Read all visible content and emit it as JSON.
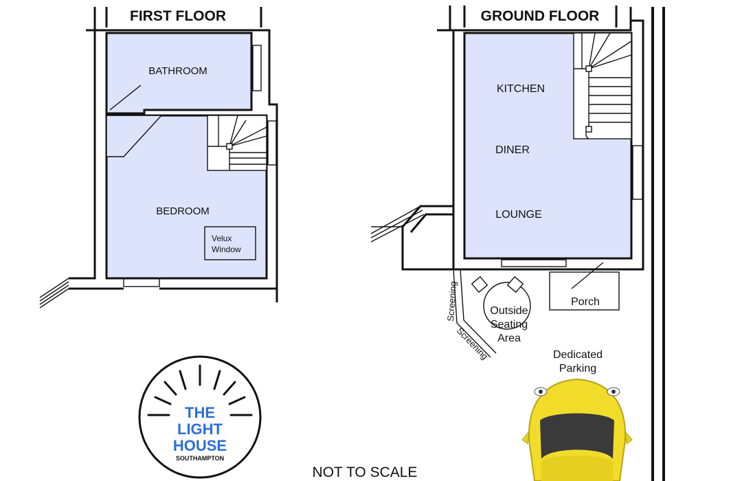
{
  "headers": {
    "first_floor": "FIRST FLOOR",
    "ground_floor": "GROUND FLOOR"
  },
  "rooms": {
    "bathroom": "BATHROOM",
    "bedroom": "BEDROOM",
    "velux_line1": "Velux",
    "velux_line2": "Window",
    "kitchen": "KITCHEN",
    "diner": "DINER",
    "lounge": "LOUNGE",
    "porch": "Porch"
  },
  "outdoor": {
    "screening_a": "Screening",
    "screening_b": "Screening",
    "seating_line1": "Outside",
    "seating_line2": "Seating",
    "seating_line3": "Area",
    "parking_line1": "Dedicated",
    "parking_line2": "Parking"
  },
  "footer": {
    "scale_note": "NOT TO SCALE"
  },
  "logo": {
    "line1": "THE",
    "line2": "LIGHT",
    "line3": "HOUSE",
    "line4": "SOUTHAMPTON",
    "color": "#2b6fd6"
  },
  "colors": {
    "room_fill": "#dde3fb",
    "car_body": "#f2dc2a",
    "wall": "#111111"
  }
}
